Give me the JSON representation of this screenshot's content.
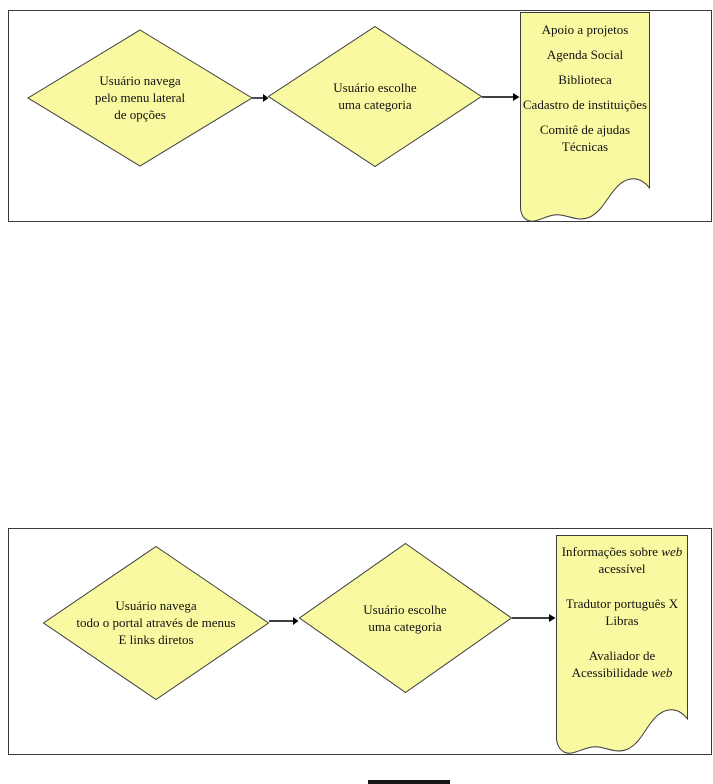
{
  "colors": {
    "shape_fill": "#f9f9a2",
    "shape_stroke": "#3c3c3c",
    "panel_border": "#3a3a3a",
    "arrow": "#000000"
  },
  "flow1": {
    "step1": "Usuário navega\npelo menu lateral\nde opções",
    "step2": "Usuário escolhe\numa categoria",
    "output": {
      "items": [
        {
          "parts": [
            {
              "t": "Apoio a projetos"
            }
          ]
        },
        {
          "parts": [
            {
              "t": "Agenda Social"
            }
          ]
        },
        {
          "parts": [
            {
              "t": "Biblioteca"
            }
          ]
        },
        {
          "parts": [
            {
              "t": "Cadastro de instituições"
            }
          ]
        },
        {
          "parts": [
            {
              "t": "Comitê de ajudas Técnicas"
            }
          ]
        }
      ]
    }
  },
  "flow2": {
    "step1": "Usuário navega\ntodo o portal através de menus\nE links diretos",
    "step2": "Usuário escolhe\numa categoria",
    "output": {
      "items": [
        {
          "parts": [
            {
              "t": "Informações sobre "
            },
            {
              "t": "web",
              "i": true
            },
            {
              "t": " acessível"
            }
          ]
        },
        {
          "parts": [
            {
              "t": "Tradutor português X Libras"
            }
          ]
        },
        {
          "parts": [
            {
              "t": "Avaliador de Acessibilidade "
            },
            {
              "t": "web",
              "i": true
            }
          ]
        }
      ]
    }
  }
}
